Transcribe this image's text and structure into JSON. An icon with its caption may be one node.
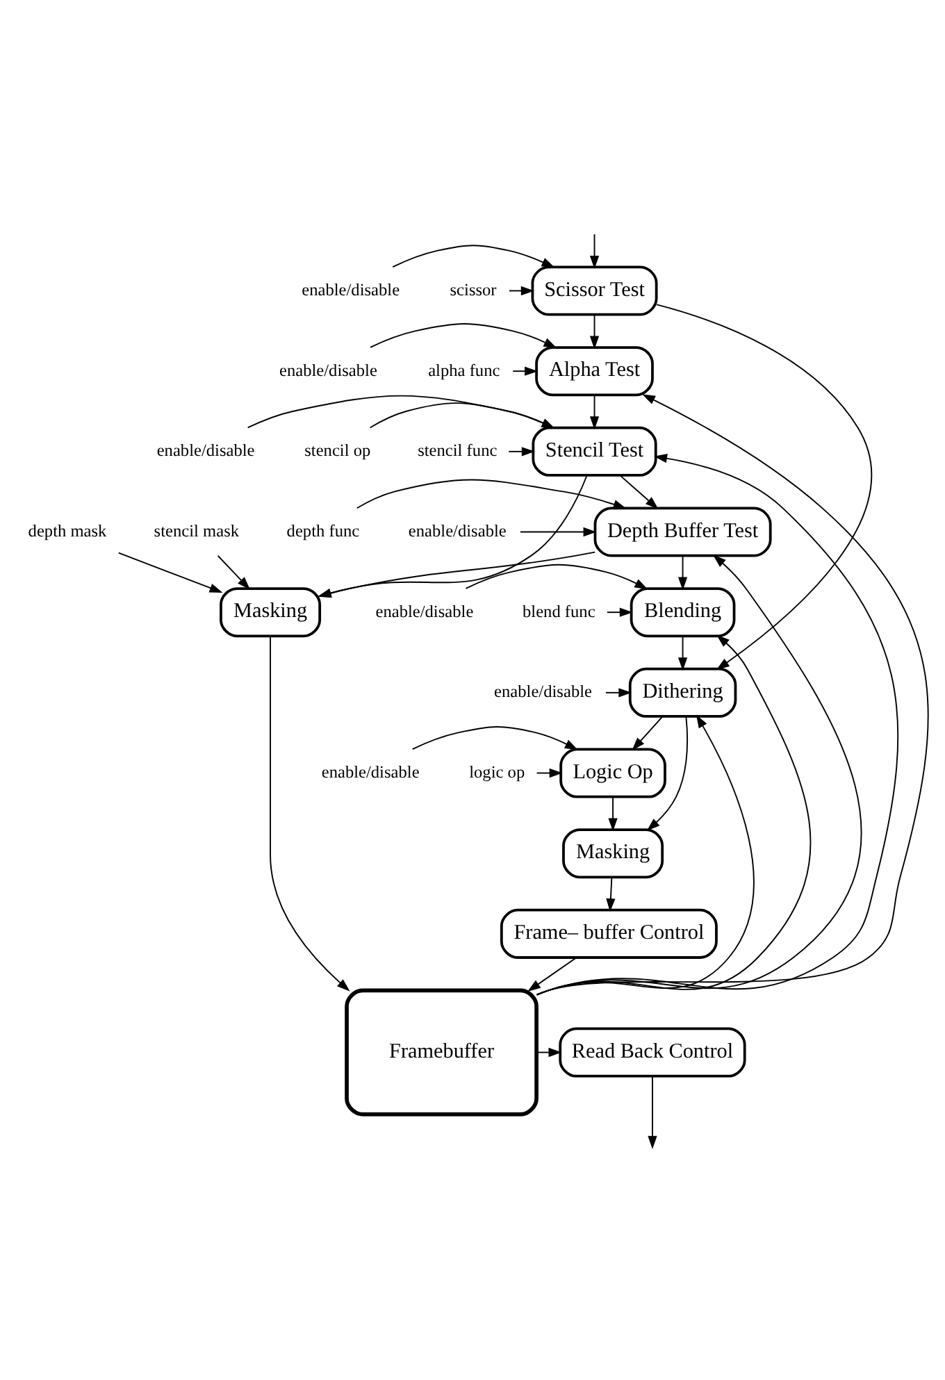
{
  "diagram": {
    "nodes": [
      {
        "text": [
          "Scissor Test"
        ]
      },
      {
        "text": [
          "Alpha Test"
        ]
      },
      {
        "text": [
          "Stencil Test"
        ]
      },
      {
        "text": [
          "Depth Buffer Test"
        ]
      },
      {
        "text": [
          "Blending"
        ]
      },
      {
        "text": [
          "Dithering"
        ]
      },
      {
        "text": [
          "Logic Op"
        ]
      },
      {
        "text": [
          "Masking"
        ]
      },
      {
        "text": [
          "Read Back Control"
        ]
      },
      {
        "text": [
          "Framebuffer"
        ]
      },
      {
        "text": [
          "Masking"
        ]
      },
      {
        "text": [
          "Frame– buffer Control"
        ]
      },
      {
        "text": [
          "enable/disable"
        ]
      },
      {
        "text": [
          "scissor"
        ]
      },
      {
        "text": [
          "enable/disable"
        ]
      },
      {
        "text": [
          "alpha func"
        ]
      },
      {
        "text": [
          "enable/disable"
        ]
      },
      {
        "text": [
          "stencil op"
        ]
      },
      {
        "text": [
          "stencil func"
        ]
      },
      {
        "text": [
          "enable/disable"
        ]
      },
      {
        "text": [
          "depth func"
        ]
      },
      {
        "text": [
          "enable/disable"
        ]
      },
      {
        "text": [
          "blend func"
        ]
      },
      {
        "text": [
          "enable/disable"
        ]
      },
      {
        "text": [
          "enable/disable"
        ]
      },
      {
        "text": [
          "logic op"
        ]
      },
      {
        "text": [
          "depth mask"
        ]
      },
      {
        "text": [
          "stencil mask"
        ]
      }
    ],
    "edges": [
      {
        "from": null,
        "to": 0,
        "arrow": "to"
      },
      {
        "from": 0,
        "to": 1,
        "arrow": "to"
      },
      {
        "from": 1,
        "to": 2,
        "arrow": "to"
      },
      {
        "from": 2,
        "to": 3,
        "arrow": "to"
      },
      {
        "from": 3,
        "to": 4,
        "arrow": "to"
      },
      {
        "from": 4,
        "to": 5,
        "arrow": "to"
      },
      {
        "from": 5,
        "to": 6,
        "arrow": "to"
      },
      {
        "from": 0,
        "to": 5,
        "arrow": "to"
      },
      {
        "from": 9,
        "to": 1,
        "arrow": "to"
      },
      {
        "from": 9,
        "to": 2,
        "arrow": "to"
      },
      {
        "from": 9,
        "to": 3,
        "arrow": "to"
      },
      {
        "from": 9,
        "to": 4,
        "arrow": "to"
      },
      {
        "from": 9,
        "to": 5,
        "arrow": "to"
      },
      {
        "from": 2,
        "to": 7,
        "arrow": "to"
      },
      {
        "from": 3,
        "to": 7,
        "arrow": "to"
      },
      {
        "from": 26,
        "to": 7,
        "arrow": "to"
      },
      {
        "from": 27,
        "to": 7,
        "arrow": "to"
      },
      {
        "from": 7,
        "to": 9,
        "arrow": "to"
      },
      {
        "from": 9,
        "to": 8,
        "arrow": "to"
      },
      {
        "from": 8,
        "to": null,
        "arrow": "to"
      },
      {
        "from": 5,
        "to": 10,
        "arrow": "to"
      },
      {
        "from": 6,
        "to": 10,
        "arrow": "to"
      },
      {
        "from": 10,
        "to": 11,
        "arrow": "to"
      },
      {
        "from": 11,
        "to": 9,
        "arrow": "to"
      },
      {
        "from": 12,
        "to": 0,
        "arrow": "to"
      },
      {
        "from": 13,
        "to": 0,
        "arrow": "to"
      },
      {
        "from": 14,
        "to": 1,
        "arrow": "to"
      },
      {
        "from": 15,
        "to": 1,
        "arrow": "to"
      },
      {
        "from": 16,
        "to": 2,
        "arrow": "to"
      },
      {
        "from": 17,
        "to": 2,
        "arrow": "to"
      },
      {
        "from": 18,
        "to": 2,
        "arrow": "to"
      },
      {
        "from": 19,
        "to": 3,
        "arrow": "to"
      },
      {
        "from": 20,
        "to": 3,
        "arrow": "to"
      },
      {
        "from": 21,
        "to": 4,
        "arrow": "to"
      },
      {
        "from": 22,
        "to": 4,
        "arrow": "to"
      },
      {
        "from": 23,
        "to": 5,
        "arrow": "to"
      },
      {
        "from": 24,
        "to": 6,
        "arrow": "to"
      },
      {
        "from": 25,
        "to": 6,
        "arrow": "to"
      }
    ]
  }
}
